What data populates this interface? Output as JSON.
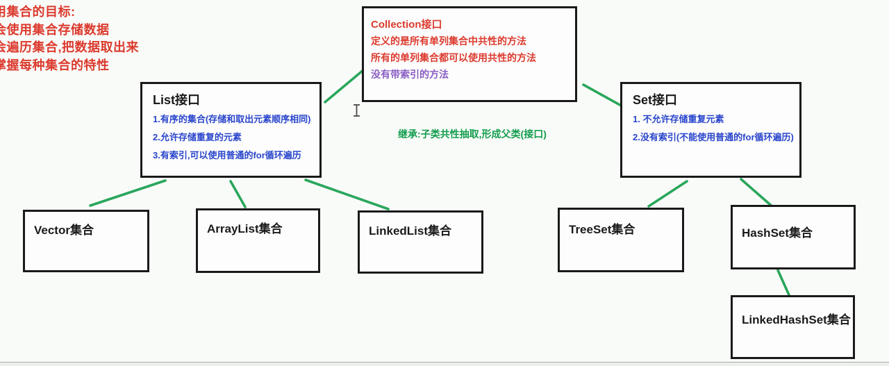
{
  "colors": {
    "bg": "#f9fbf8",
    "box-bg": "#fcfdfc",
    "ink": "#1a1a1a",
    "red": "#dc3a2e",
    "purple": "#8a5ec4",
    "blue": "#2a45cc",
    "line-green": "#2aa65c",
    "green-text": "#149d4e",
    "footer-line": "#a9aea9",
    "footer-bg": "#edefec"
  },
  "goals": {
    "line1": "用集合的目标:",
    "line2": "会使用集合存储数据",
    "line3": "会遍历集合,把数据取出来",
    "line4": "掌握每种集合的特性"
  },
  "collection_box": {
    "title": "Collection接口",
    "line1": "定义的是所有单列集合中共性的方法",
    "line2": "所有的单列集合都可以使用共性的方法",
    "line3": "没有带索引的方法"
  },
  "list_box": {
    "title": "List接口",
    "line1": "1.有序的集合(存储和取出元素顺序相同)",
    "line2": "2.允许存储重复的元素",
    "line3": "3.有索引,可以使用普通的for循环遍历"
  },
  "set_box": {
    "title": "Set接口",
    "line1": "1. 不允许存储重复元素",
    "line2": "2.没有索引(不能使用普通的for循环遍历)"
  },
  "annotation": {
    "inheritance_note": "继承:子类共性抽取,形成父类(接口)"
  },
  "leaf_boxes": {
    "vector": "Vector集合",
    "arraylist": "ArrayList集合",
    "linkedlist": "LinkedList集合",
    "treeset": "TreeSet集合",
    "hashset": "HashSet集合",
    "linkedhashset": "LinkedHashSet集合"
  }
}
